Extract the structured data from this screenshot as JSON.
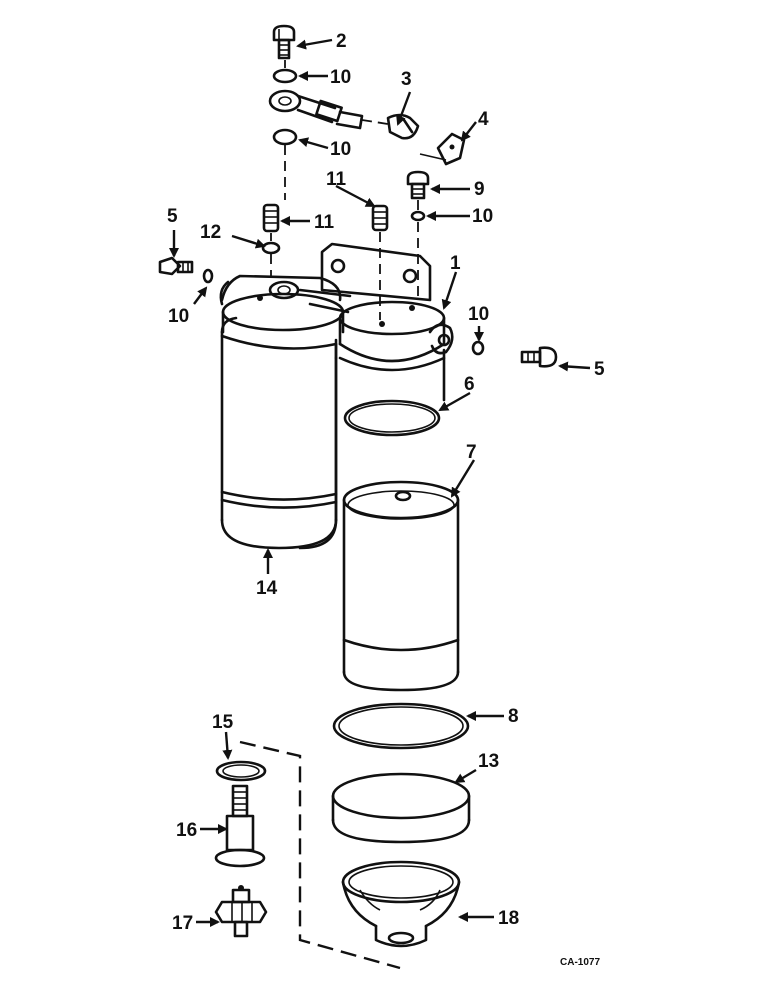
{
  "callouts": {
    "c1": "1",
    "c2": "2",
    "c3": "3",
    "c4": "4",
    "c5a": "5",
    "c5b": "5",
    "c6": "6",
    "c7": "7",
    "c8": "8",
    "c9": "9",
    "c10a": "10",
    "c10b": "10",
    "c10c": "10",
    "c10d": "10",
    "c10e": "10",
    "c11a": "11",
    "c11b": "11",
    "c12": "12",
    "c13": "13",
    "c14": "14",
    "c15": "15",
    "c16": "16",
    "c17": "17",
    "c18": "18"
  },
  "drawing_code": "CA-1077"
}
